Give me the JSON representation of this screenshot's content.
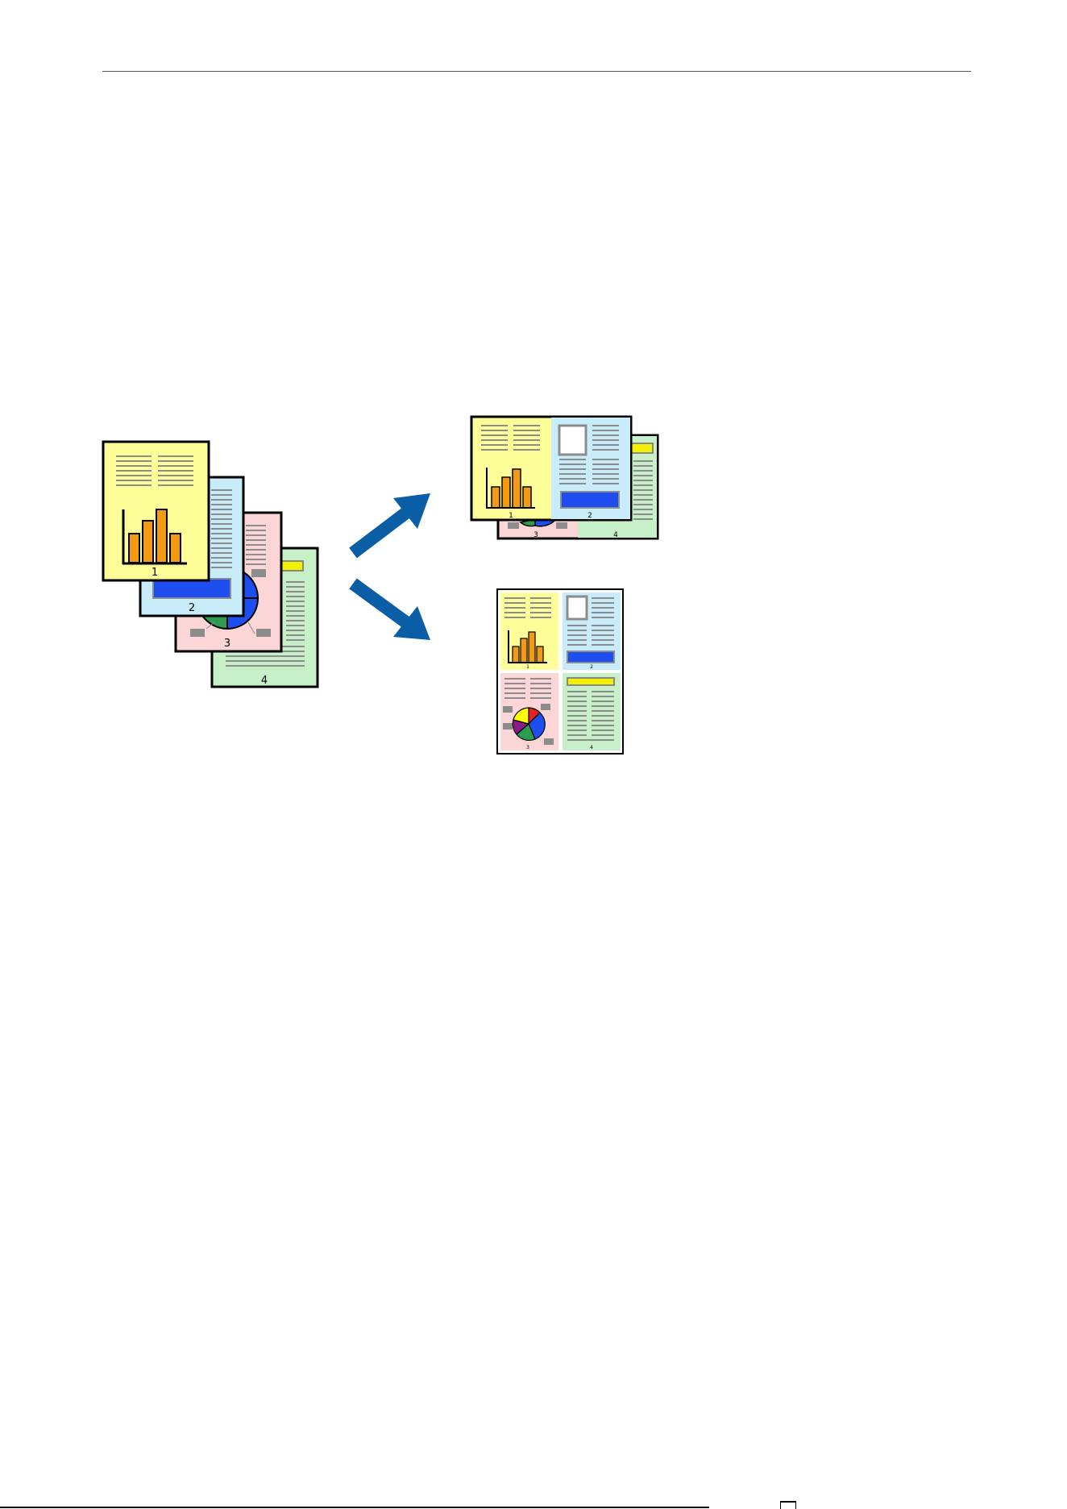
{
  "figure": {
    "source_pages": [
      {
        "number": "1",
        "color": "#ffff99"
      },
      {
        "number": "2",
        "color": "#c8ecfa"
      },
      {
        "number": "3",
        "color": "#fcd6d6"
      },
      {
        "number": "4",
        "color": "#c8f0c8"
      }
    ],
    "result_pages": {
      "two_up": [
        "1",
        "2",
        "3",
        "4"
      ],
      "four_up": [
        "1",
        "2",
        "3",
        "4"
      ]
    },
    "colors": {
      "arrow": "#0a5ea6",
      "bar": "#f39a12",
      "text_lines": "#8c8c8c",
      "blue_block": "#1e4ef0",
      "yellow_block": "#f3f000",
      "pie": [
        "#ffff00",
        "#e82020",
        "#1e4ef0",
        "#2e9c4e",
        "#8a1a8a"
      ]
    }
  }
}
